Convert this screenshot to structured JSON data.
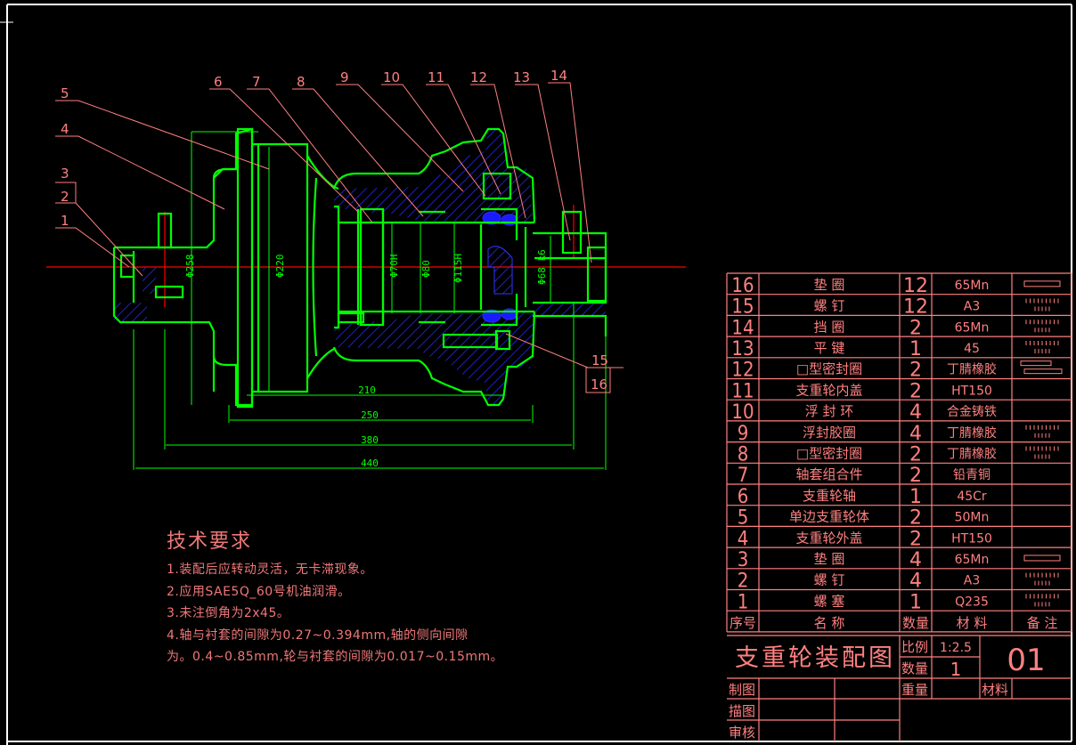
{
  "drawing": {
    "title": "支重轮装配图",
    "scale_label": "比例",
    "scale_value": "1:2.5",
    "quantity_label": "数量",
    "quantity_value": "1",
    "drawing_number": "01",
    "weight_label": "重量",
    "material_label": "材料",
    "drawn_label": "制图",
    "traced_label": "描图",
    "checked_label": "审核"
  },
  "bom": {
    "headers": {
      "no": "序号",
      "name": "名    称",
      "qty": "数量",
      "material": "材    料",
      "remarks": "备    注"
    },
    "rows": [
      {
        "no": "16",
        "name": "垫    圈",
        "qty": "12",
        "material": "65Mn",
        "remark_icon": "washer"
      },
      {
        "no": "15",
        "name": "螺    钉",
        "qty": "12",
        "material": "A3",
        "remark_icon": "std-code"
      },
      {
        "no": "14",
        "name": "挡    圈",
        "qty": "2",
        "material": "65Mn",
        "remark_icon": "std-code"
      },
      {
        "no": "13",
        "name": "平    键",
        "qty": "1",
        "material": "45",
        "remark_icon": "std-code"
      },
      {
        "no": "12",
        "name": "□型密封圈",
        "qty": "2",
        "material": "丁腈橡胶",
        "remark_icon": "seal"
      },
      {
        "no": "11",
        "name": "支重轮内盖",
        "qty": "2",
        "material": "HT150",
        "remark_icon": ""
      },
      {
        "no": "10",
        "name": "浮 封 环",
        "qty": "4",
        "material": "合金铸铁",
        "remark_icon": ""
      },
      {
        "no": "9",
        "name": "浮封胶圈",
        "qty": "4",
        "material": "丁腈橡胶",
        "remark_icon": "std-code"
      },
      {
        "no": "8",
        "name": "□型密封圈",
        "qty": "2",
        "material": "丁腈橡胶",
        "remark_icon": "std-code"
      },
      {
        "no": "7",
        "name": "轴套组合件",
        "qty": "2",
        "material": "铅青铜",
        "remark_icon": ""
      },
      {
        "no": "6",
        "name": "支重轮轴",
        "qty": "1",
        "material": "45Cr",
        "remark_icon": ""
      },
      {
        "no": "5",
        "name": "单边支重轮体",
        "qty": "2",
        "material": "50Mn",
        "remark_icon": ""
      },
      {
        "no": "4",
        "name": "支重轮外盖",
        "qty": "2",
        "material": "HT150",
        "remark_icon": ""
      },
      {
        "no": "3",
        "name": "垫    圈",
        "qty": "4",
        "material": "65Mn",
        "remark_icon": "washer"
      },
      {
        "no": "2",
        "name": "螺    钉",
        "qty": "4",
        "material": "A3",
        "remark_icon": "std-code"
      },
      {
        "no": "1",
        "name": "螺    塞",
        "qty": "1",
        "material": "Q235",
        "remark_icon": "std-code"
      }
    ]
  },
  "tech_requirements": {
    "title": "技术要求",
    "lines": [
      "1.装配后应转动灵活，无卡滞现象。",
      "2.应用SAE5Q_60号机油润滑。",
      "3.未注倒角为2x45。",
      "4.轴与衬套的间隙为0.27~0.394mm,轴的侧向间隙",
      "为。0.4~0.85mm,轮与衬套的间隙为0.017~0.15mm。"
    ]
  },
  "callouts": [
    "1",
    "2",
    "3",
    "4",
    "5",
    "6",
    "7",
    "8",
    "9",
    "10",
    "11",
    "12",
    "13",
    "14",
    "15",
    "16"
  ],
  "dimensions": {
    "d258": "Φ258",
    "d220": "Φ220",
    "d70": "Φ70H",
    "d80": "Φ80",
    "d115": "Φ115H",
    "d68": "Φ68 k6",
    "l210": "210",
    "l250": "250",
    "l380": "380",
    "l440": "440"
  },
  "colors": {
    "background": "#000000",
    "outline": "#00ff00",
    "hatch": "#2020ff",
    "center_line": "#ff0000",
    "annotation": "#ff8080",
    "frame": "#ffffff"
  }
}
